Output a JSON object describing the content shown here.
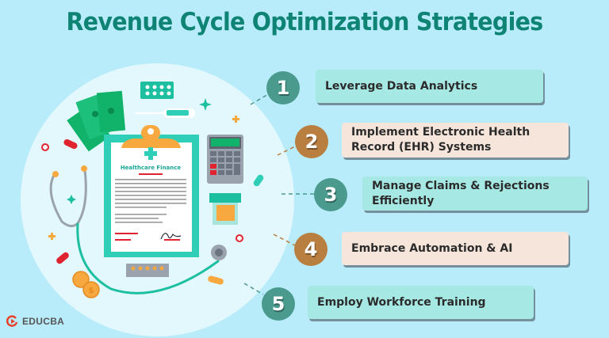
{
  "title": "Revenue Cycle Optimization Strategies",
  "illustration": {
    "clipboard_heading": "Healthcare Finance",
    "colors": {
      "teal": "#2fcfb7",
      "orange": "#f7a83e",
      "red": "#e0242f",
      "green": "#11b36a"
    }
  },
  "strategies": [
    {
      "number": "1",
      "label": "Leverage Data Analytics",
      "color": "#4a9a8e",
      "box_color": "#a6e8e3"
    },
    {
      "number": "2",
      "label": "Implement Electronic Health Record (EHR) Systems",
      "color": "#b87f40",
      "box_color": "#f5e5da"
    },
    {
      "number": "3",
      "label": "Manage Claims & Rejections Efficiently",
      "color": "#4a9a8e",
      "box_color": "#a6e8e3"
    },
    {
      "number": "4",
      "label": "Embrace Automation & AI",
      "color": "#b87f40",
      "box_color": "#f5e5da"
    },
    {
      "number": "5",
      "label": "Employ Workforce Training",
      "color": "#4a9a8e",
      "box_color": "#a6e8e3"
    }
  ],
  "brand": {
    "name": "EDUCBA"
  }
}
